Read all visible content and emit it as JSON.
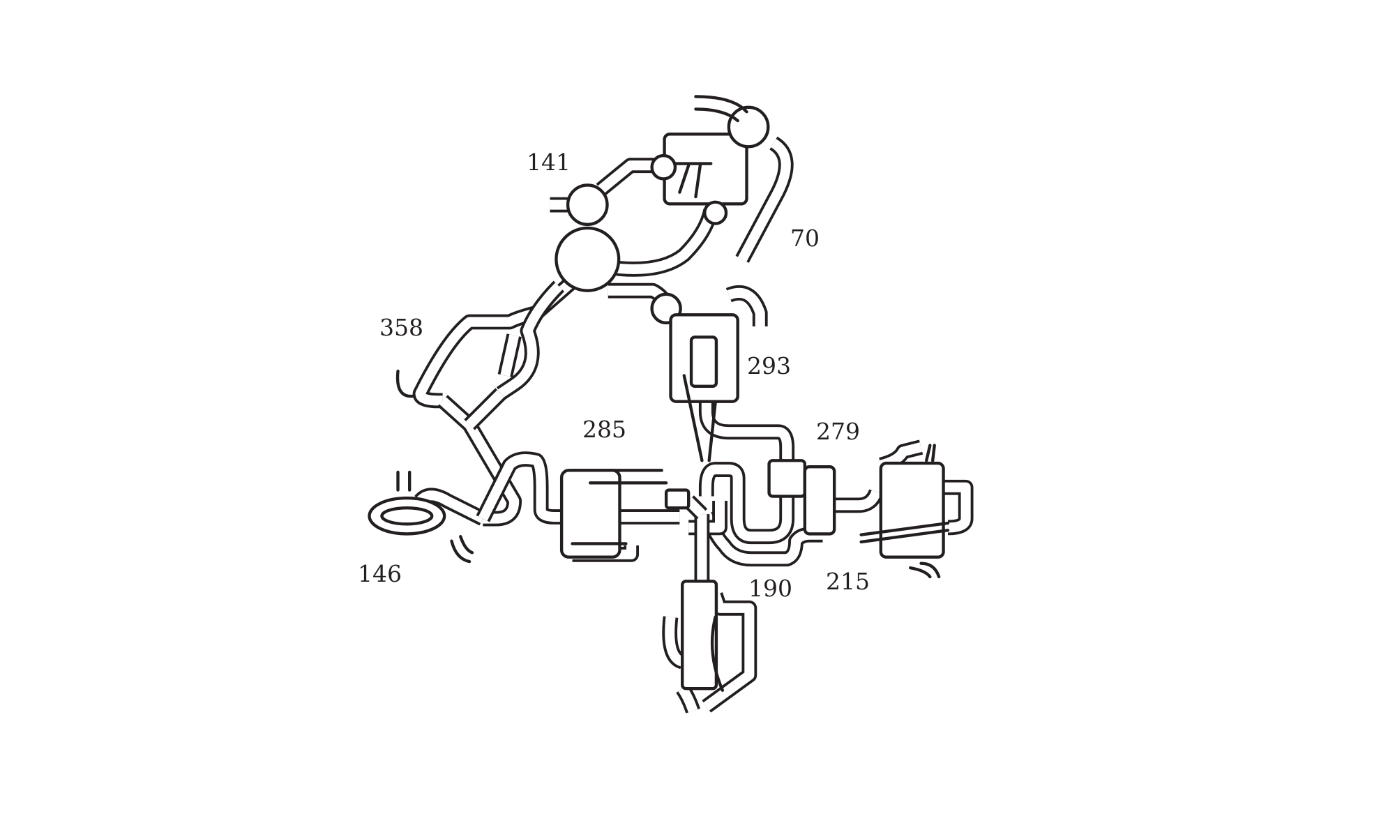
{
  "diagram": {
    "labels": [
      "141",
      "70",
      "358",
      "293",
      "285",
      "279",
      "146",
      "190",
      "215"
    ],
    "stroke_color": "#231f20",
    "background": "#ffffff"
  }
}
